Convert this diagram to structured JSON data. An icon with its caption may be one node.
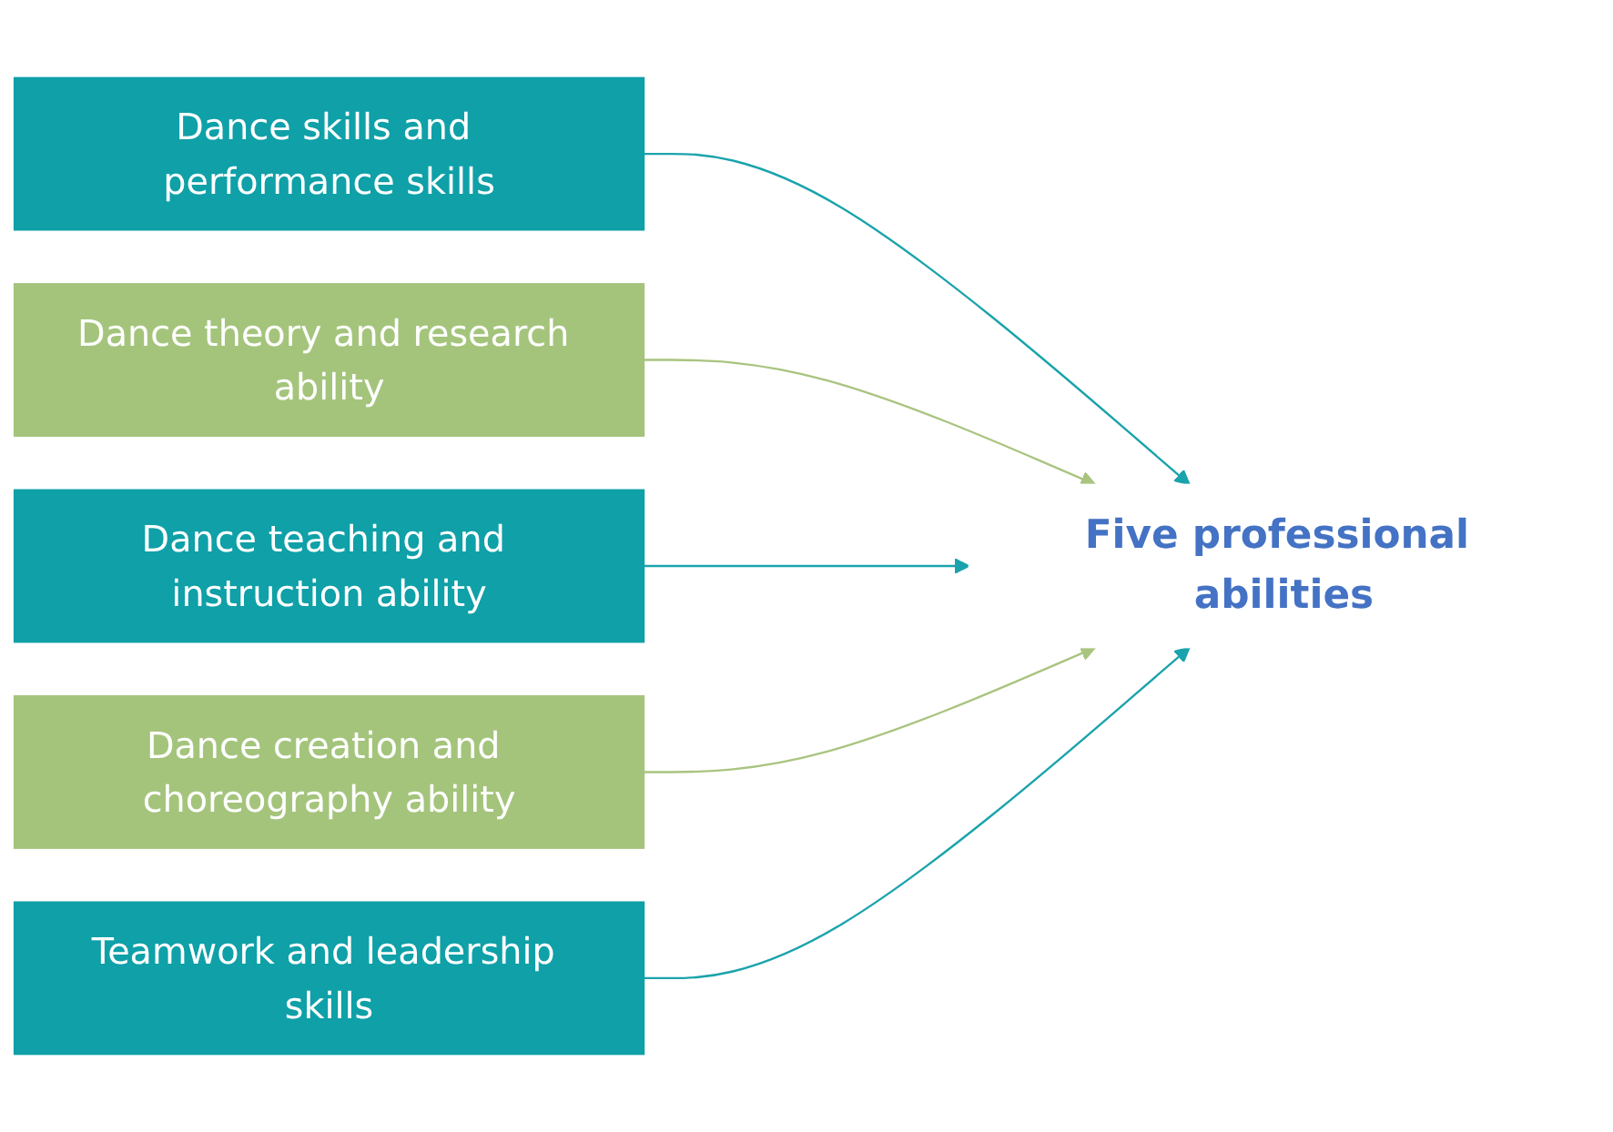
{
  "diagram": {
    "nodes": [
      {
        "text": [
          "Dance skills and performance skills"
        ]
      },
      {
        "text": [
          "Dance theory and research ability"
        ]
      },
      {
        "text": [
          "Dance teaching and instruction ability"
        ]
      },
      {
        "text": [
          "Dance creation and choreography ability"
        ]
      },
      {
        "text": [
          "Teamwork and leadership skills"
        ]
      },
      {
        "text": [
          "Five professional abilities"
        ]
      }
    ],
    "edges": [
      {
        "from": 0,
        "to": 5,
        "arrow": "to"
      },
      {
        "from": 1,
        "to": 5,
        "arrow": "to",
        "color": "#a9c47f"
      },
      {
        "from": 2,
        "to": 5,
        "arrow": "to"
      },
      {
        "from": 3,
        "to": 5,
        "arrow": "to",
        "color": "#a9c47f"
      },
      {
        "from": 4,
        "to": 5,
        "arrow": "to"
      }
    ]
  }
}
